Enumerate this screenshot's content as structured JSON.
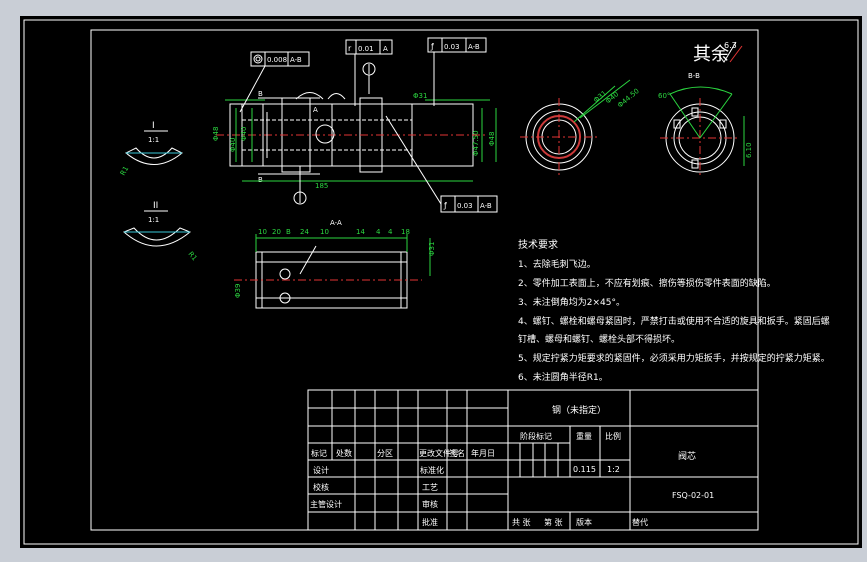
{
  "corner_mark": "其余",
  "roughness_main": "6.3",
  "tolerances": {
    "circ_runout_top": "0.008",
    "circ_runout_top_ref": "A-B",
    "perp_label": "0.01",
    "perp_ref": "A",
    "runout_right": "0.03",
    "runout_right_ref": "A-B",
    "runout_bottom": "0.03",
    "runout_bottom_ref": "A-B"
  },
  "labels": {
    "section_i": "I",
    "section_ii": "II",
    "scale_i": "1:1",
    "scale_ii": "1:1",
    "view_a": "A",
    "datum_b": "B",
    "len_185": "185",
    "section_bb": "B-B",
    "section_aa": "A-A",
    "dia_right": "6.10"
  },
  "requirements": {
    "title": "技术要求",
    "items": [
      "1、去除毛刺飞边。",
      "2、零件加工表面上，不应有划痕、擦伤等损伤零件表面的缺陷。",
      "3、未注倒角均为2×45°。",
      "4、螺钉、螺栓和螺母紧固时，严禁打击或使用不合适的旋具和扳手。紧固后螺",
      "钉槽、螺母和螺钉、螺栓头部不得损坏。",
      "5、规定拧紧力矩要求的紧固件，必须采用力矩扳手，并按规定的拧紧力矩紧。",
      "6、未注圆角半径R1。"
    ]
  },
  "title_block": {
    "material": "钢（未指定）",
    "col_mark": "标记",
    "col_count": "处数",
    "col_zone": "分区",
    "col_docno": "更改文件号",
    "col_sign": "签名",
    "col_date": "年月日",
    "row_design": "设计",
    "row_std": "标准化",
    "row_check": "校核",
    "row_process": "工艺",
    "row_chief": "主管设计",
    "row_review": "审核",
    "row_approve": "批准",
    "stage_mark": "阶段标记",
    "weight": "重量",
    "scale": "比例",
    "weight_val": "0.115",
    "scale_val": "1:2",
    "part_name": "阀芯",
    "drawing_no": "FSQ-02-01",
    "sheets": "共 张",
    "sheet_no": "第 张",
    "version": "版本",
    "replaces": "替代"
  }
}
